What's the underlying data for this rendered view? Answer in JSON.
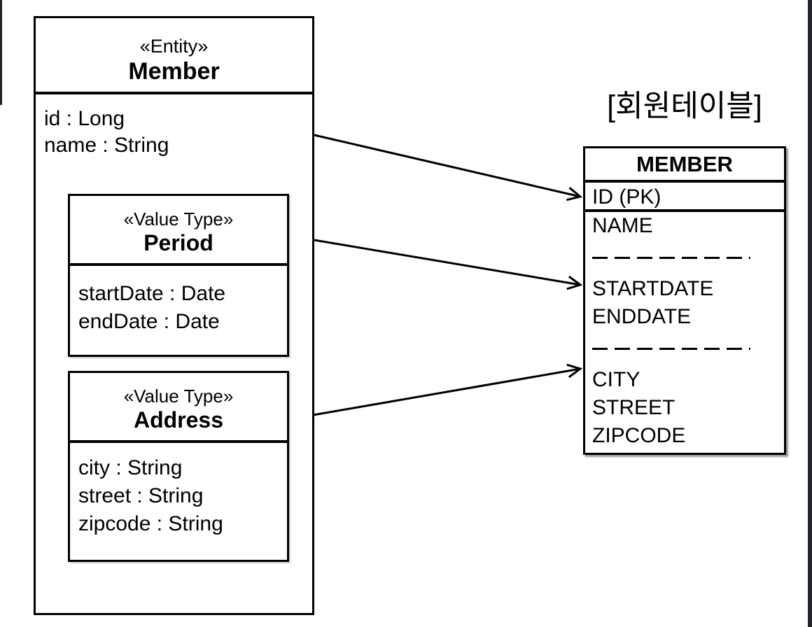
{
  "diagram": {
    "entity": {
      "stereotype": "«Entity»",
      "name": "Member",
      "attributes": [
        "id : Long",
        "name : String"
      ]
    },
    "period": {
      "stereotype": "«Value Type»",
      "name": "Period",
      "attributes": [
        "startDate : Date",
        "endDate : Date"
      ]
    },
    "address": {
      "stereotype": "«Value Type»",
      "name": "Address",
      "attributes": [
        "city : String",
        "street : String",
        "zipcode : String"
      ]
    },
    "table_label": "[회원테이블]",
    "table": {
      "title": "MEMBER",
      "pk_row": "ID (PK)",
      "groups": [
        [
          "NAME"
        ],
        [
          "STARTDATE",
          "ENDDATE"
        ],
        [
          "CITY",
          "STREET",
          "ZIPCODE"
        ]
      ]
    },
    "arrows": [
      {
        "from": "Member",
        "to": "ID (PK)"
      },
      {
        "from": "Period",
        "to": "STARTDATE / ENDDATE"
      },
      {
        "from": "Address",
        "to": "CITY / STREET / ZIPCODE"
      }
    ],
    "colors": {
      "line": "#000000",
      "frame": "#212529",
      "background": "#ffffff"
    }
  }
}
